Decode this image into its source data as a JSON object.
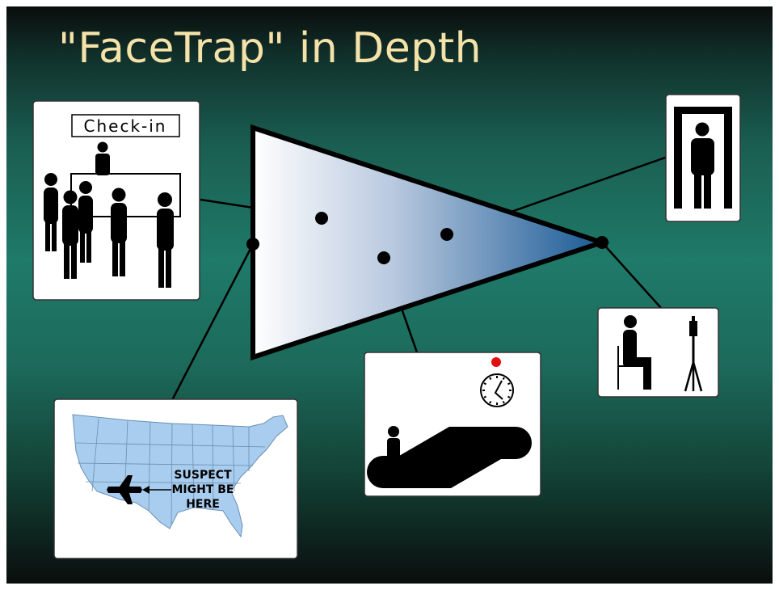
{
  "slide": {
    "title": "\"FaceTrap\" in Depth"
  },
  "panels": {
    "checkin": {
      "label": "Check-in"
    },
    "map": {
      "caption_line1": "SUSPECT",
      "caption_line2": "MIGHT BE",
      "caption_line3": "HERE"
    }
  },
  "colors": {
    "title": "#f5e2a8",
    "funnel_light": "#ffffff",
    "funnel_dark": "#1a5a95",
    "map_fill": "#a9cdee",
    "alarm_dot": "#e01010"
  },
  "icons": {
    "checkin": [
      "people-silhouette-icon",
      "check-in-desk-icon"
    ],
    "metal_detector": "walk-through-metal-detector-icon",
    "seated_camera": [
      "seated-person-icon",
      "camera-on-tripod-icon"
    ],
    "escalator": [
      "escalator-icon",
      "clock-icon",
      "alarm-dot-icon"
    ],
    "map": [
      "us-map-icon",
      "airplane-icon",
      "arrow-left-icon"
    ]
  }
}
